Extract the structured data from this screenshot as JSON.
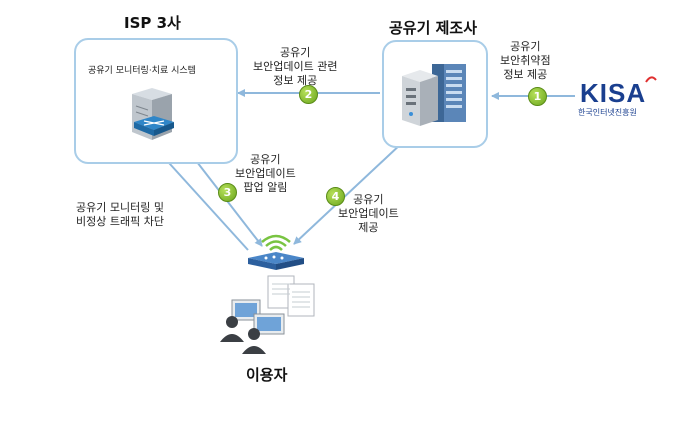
{
  "isp": {
    "title": "ISP 3사",
    "system_label": "공유기 모니터링·치료 시스템"
  },
  "manufacturer": {
    "title": "공유기 제조사"
  },
  "kisa": {
    "logo_text": "KISA",
    "org_name": "한국인터넷진흥원"
  },
  "users": {
    "title": "이용자"
  },
  "steps": [
    {
      "number": "1",
      "lines": [
        "공유기",
        "보안취약점",
        "정보 제공"
      ]
    },
    {
      "number": "2",
      "lines": [
        "공유기",
        "보안업데이트 관련",
        "정보 제공"
      ]
    },
    {
      "number": "3",
      "lines": [
        "공유기",
        "보안업데이트",
        "팝업 알림"
      ]
    },
    {
      "number": "4",
      "lines": [
        "공유기",
        "보안업데이트",
        "제공"
      ]
    }
  ],
  "monitoring_note": {
    "lines": [
      "공유기 모니터링 및",
      "비정상 트래픽 차단"
    ]
  },
  "colors": {
    "arrow": "#8fb8dc",
    "box_border": "#a9cde8",
    "badge": "#7dbb24",
    "kisa_blue": "#1a3f8f"
  }
}
